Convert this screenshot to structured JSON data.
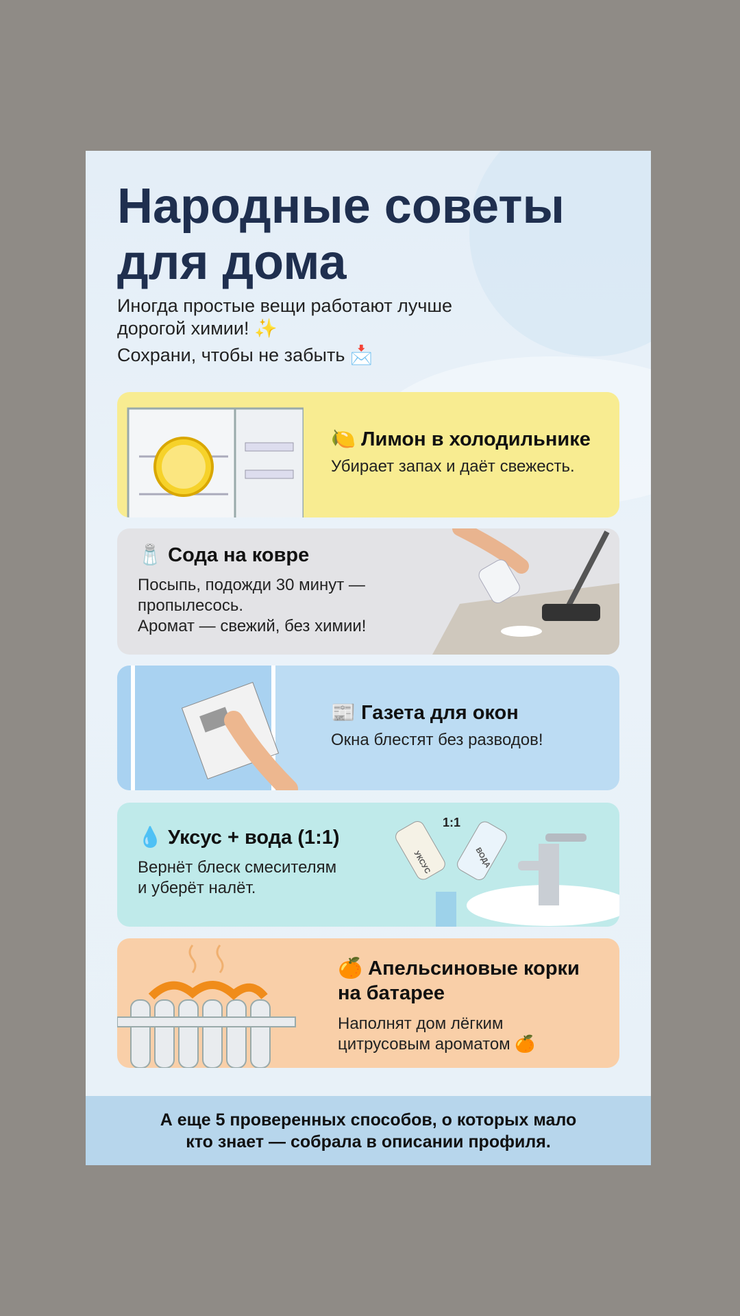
{
  "title_line1": "Народные советы",
  "title_line2": "для дома",
  "subtitle_line1": "Иногда простые вещи работают лучше",
  "subtitle_line2": "дорогой химии! ✨",
  "subtitle_line3": "Сохрани, чтобы не забыть 📩",
  "tips": [
    {
      "emoji": "🍋",
      "title": "Лимон в холодильнике",
      "text": [
        "Убирает запах и даёт свежесть."
      ],
      "color": "#f8ec91"
    },
    {
      "emoji": "🧂",
      "title": "Сода на ковре",
      "text": [
        "Посыпь, подожди 30 минут —",
        "пропылесось.",
        "Аромат — свежий, без химии!"
      ],
      "color": "#e3e3e6"
    },
    {
      "emoji": "📰",
      "title": "Газета для окон",
      "text": [
        "Окна блестят без разводов!"
      ],
      "color": "#bcdcf3"
    },
    {
      "emoji": "💧",
      "title": "Уксус + вода (1:1)",
      "text": [
        "Вернёт блеск смесителям",
        "и уберёт налёт."
      ],
      "color": "#bfeaea",
      "labels": {
        "ratio": "1:1",
        "vinegar": "УКСУС",
        "water": "ВОДА"
      }
    },
    {
      "emoji": "🍊",
      "title_line1": "Апельсиновые корки",
      "title_line2": "на батарее",
      "text": [
        "Наполнят дом лёгким",
        "цитрусовым ароматом 🍊"
      ],
      "color": "#f9cfa8"
    }
  ],
  "footer_line1": "А еще 5 проверенных способов, о которых мало",
  "footer_line2": "кто знает — собрала в описании профиля."
}
